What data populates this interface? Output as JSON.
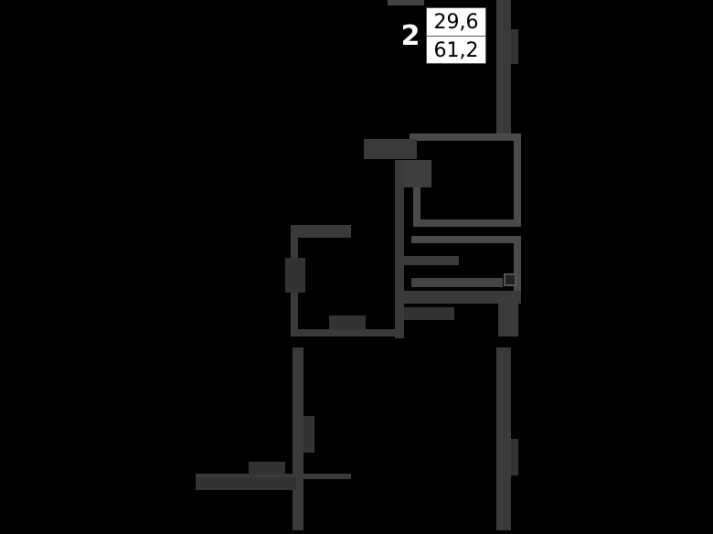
{
  "plan_label": {
    "rooms": "2",
    "living_area": "29,6",
    "total_area": "61,2"
  },
  "colors": {
    "background": "#000000",
    "wall": "#3a3a3a",
    "wall_light": "#4a4a4a",
    "label_bg": "#ffffff",
    "label_text": "#000000"
  }
}
